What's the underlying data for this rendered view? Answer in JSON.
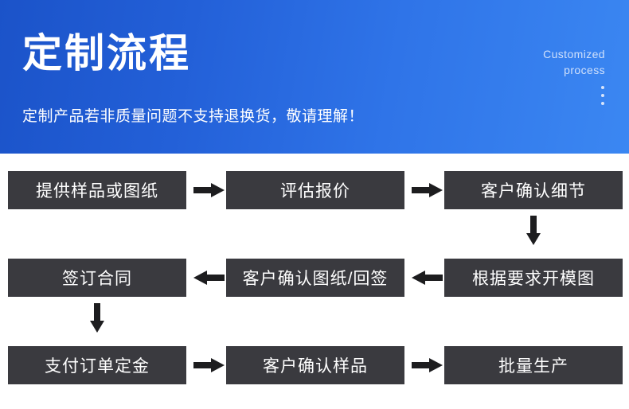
{
  "banner": {
    "title": "定制流程",
    "subtitle": "定制产品若非质量问题不支持退换货，敬请理解！",
    "english_line1": "Customized",
    "english_line2": "process",
    "menu_icon": "vertical-dots-icon",
    "colors": {
      "gradient_start": "#1b53c9",
      "gradient_end": "#3b87f2",
      "text": "#ffffff",
      "english_text": "#cfe0fb"
    }
  },
  "flow": {
    "node_color": "#3a3a3f",
    "node_text_color": "#ffffff",
    "arrow_color": "#1d1d1f",
    "rows": [
      {
        "nodes": [
          {
            "label": "提供样品或图纸"
          },
          {
            "label": "评估报价"
          },
          {
            "label": "客户确认细节"
          }
        ]
      },
      {
        "nodes": [
          {
            "label": "签订合同"
          },
          {
            "label": "客户确认图纸/回签"
          },
          {
            "label": "根据要求开模图"
          }
        ]
      },
      {
        "nodes": [
          {
            "label": "支付订单定金"
          },
          {
            "label": "客户确认样品"
          },
          {
            "label": "批量生产"
          }
        ]
      }
    ],
    "arrows": [
      {
        "name": "arrow-row1-1to2",
        "direction": "right"
      },
      {
        "name": "arrow-row1-2to3",
        "direction": "right"
      },
      {
        "name": "arrow-col3-row1to2",
        "direction": "down"
      },
      {
        "name": "arrow-row2-3to2",
        "direction": "left"
      },
      {
        "name": "arrow-row2-2to1",
        "direction": "left"
      },
      {
        "name": "arrow-col1-row2to3",
        "direction": "down"
      },
      {
        "name": "arrow-row3-1to2",
        "direction": "right"
      },
      {
        "name": "arrow-row3-2to3",
        "direction": "right"
      }
    ]
  }
}
